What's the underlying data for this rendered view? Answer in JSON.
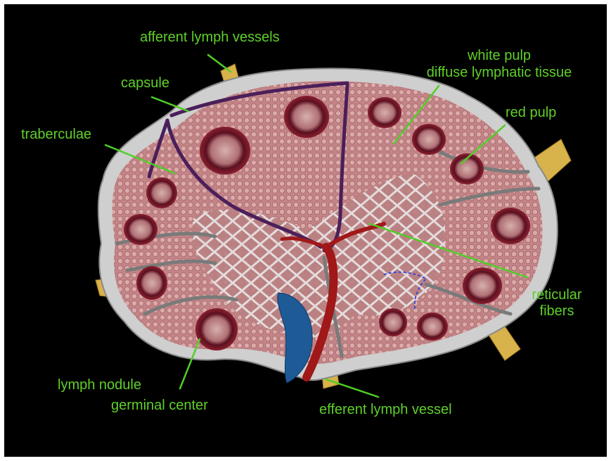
{
  "labels": {
    "afferent": "afferent lymph vessels",
    "capsule": "capsule",
    "trabeculae": "traberculae",
    "white_pulp": "white pulp",
    "diffuse_tissue": "diffuse lymphatic tissue",
    "red_pulp": "red pulp",
    "reticular_1": "reticular",
    "reticular_2": "fibers",
    "lymph_nodule": "lymph nodule",
    "germinal_center": "germinal center",
    "efferent": "efferent lymph vessel"
  },
  "colors": {
    "background": "#000000",
    "label_text": "#5fd02a",
    "pointer_line": "#4fcf26",
    "capsule": "#d9d9d9",
    "tissue": "#c98e90",
    "trabecula": "#4a1f5a",
    "vessel_red": "#a01818",
    "vessel_blue": "#1e5a96",
    "afferent_vessel": "#d8b24a"
  }
}
